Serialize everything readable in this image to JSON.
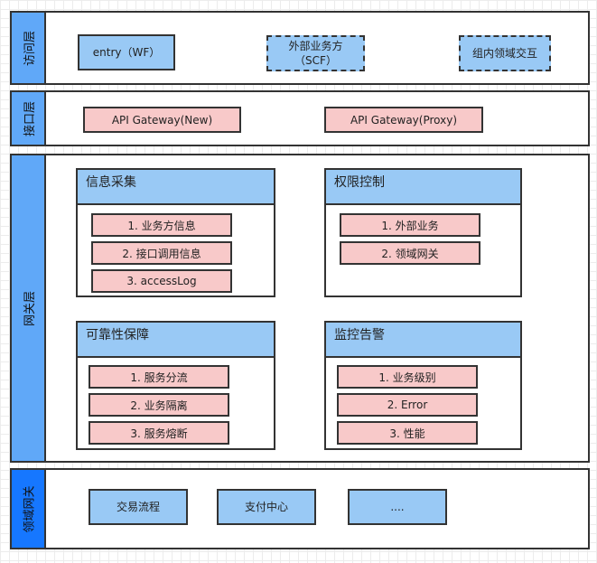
{
  "access_layer": {
    "label": "访问层",
    "entries": [
      {
        "text": "entry（WF）"
      },
      {
        "line1": "外部业务方",
        "line2": "（SCF）"
      },
      {
        "text": "组内领域交互"
      }
    ]
  },
  "interface_layer": {
    "label": "接口层",
    "items": [
      "API Gateway(New)",
      "API Gateway(Proxy)"
    ]
  },
  "gateway_layer": {
    "label": "网关层",
    "panels": [
      {
        "title": "信息采集",
        "items": [
          "1. 业务方信息",
          "2. 接口调用信息",
          "3. accessLog"
        ]
      },
      {
        "title": "权限控制",
        "items": [
          "1. 外部业务",
          "2. 领域网关"
        ]
      },
      {
        "title": "可靠性保障",
        "items": [
          "1. 服务分流",
          "2. 业务隔离",
          "3. 服务熔断"
        ]
      },
      {
        "title": "监控告警",
        "items": [
          "1. 业务级别",
          "2. Error",
          "3. 性能"
        ]
      }
    ]
  },
  "domain_layer": {
    "label": "领域网关",
    "items": [
      "交易流程",
      "支付中心",
      "...."
    ]
  }
}
